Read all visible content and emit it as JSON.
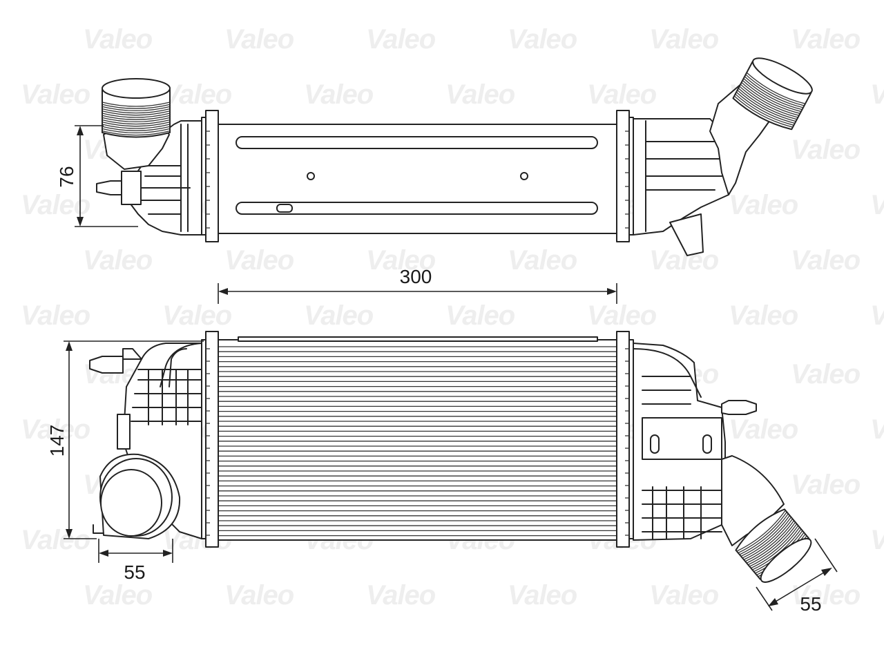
{
  "watermark": {
    "text": "Valeo"
  },
  "dimensions": {
    "top_view_height": "76",
    "front_width": "300",
    "front_height": "147",
    "left_outlet_diameter": "55",
    "right_outlet_diameter": "55"
  },
  "colors": {
    "line": "#222222",
    "watermark": "#eeeeee",
    "background": "#ffffff"
  }
}
